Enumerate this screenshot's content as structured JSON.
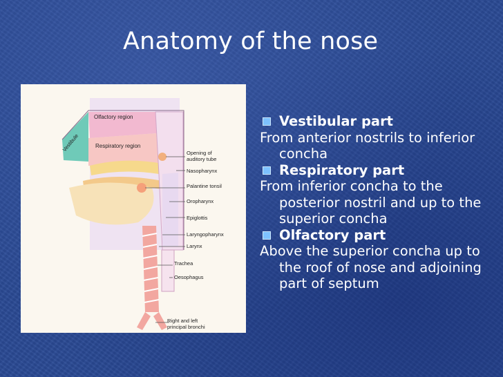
{
  "slide": {
    "title": "Anatomy of the nose"
  },
  "figure": {
    "labels": {
      "olfactory_region": "Olfactory region",
      "respiratory_region": "Respiratory region",
      "vestibule": "Vestibule",
      "opening_auditory_1": "Opening of",
      "opening_auditory_2": "auditory tube",
      "nasopharynx": "Nasopharynx",
      "palatine_tonsil": "Palantine tonsil",
      "oropharynx": "Oropharynx",
      "epiglottis": "Epiglottis",
      "laryngopharynx": "Laryngopharynx",
      "larynx": "Larynx",
      "trachea": "Trachea",
      "oesophagus": "Oesophagus",
      "bronchi_1": "Right and left",
      "bronchi_2": "principal bronchi"
    }
  },
  "bullets": [
    {
      "heading": "Vestibular part",
      "text": "From anterior nostrils to inferior concha"
    },
    {
      "heading": "Respiratory part",
      "text": "From inferior concha to the posterior nostril and up to the superior concha"
    },
    {
      "heading": "Olfactory part",
      "text": "Above the superior concha up to the roof of nose and adjoining part of septum"
    }
  ],
  "colors": {
    "background": "#2a4a94",
    "bullet_square": "#7dc1ff"
  }
}
